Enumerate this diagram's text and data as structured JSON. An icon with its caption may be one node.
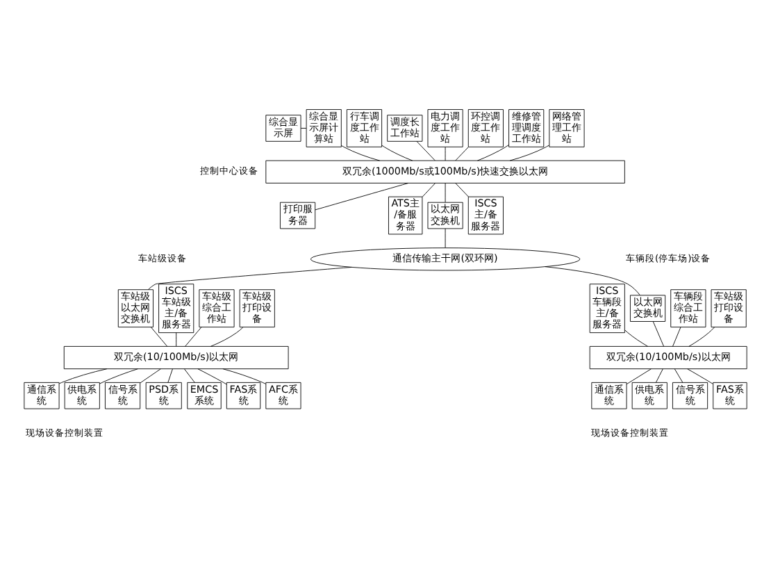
{
  "diagram": {
    "nodes": [
      {
        "text": [
          "综合显示屏"
        ]
      },
      {
        "text": [
          "综合显示屏计算站"
        ]
      },
      {
        "text": [
          "行车调度工作站"
        ]
      },
      {
        "text": [
          "调度长工作站"
        ]
      },
      {
        "text": [
          "电力调度工作站"
        ]
      },
      {
        "text": [
          "环控调度工作站"
        ]
      },
      {
        "text": [
          "维修管理调度工作站"
        ]
      },
      {
        "text": [
          "网络管理工作站"
        ]
      },
      {
        "text": [
          "双冗余(1000Mb/s或100Mb/s)快速交换以太网"
        ]
      },
      {
        "text": [
          "打印服务器"
        ]
      },
      {
        "text": [
          "ATS主/备服务器"
        ]
      },
      {
        "text": [
          "以太网交换机"
        ]
      },
      {
        "text": [
          "ISCS主/备服务器"
        ]
      },
      {
        "text": [
          "通信传输主干网(双环网)"
        ]
      },
      {
        "text": [
          "车站级打印设备"
        ]
      },
      {
        "text": [
          "车站级综合工作站"
        ]
      },
      {
        "text": [
          "ISCS车站级主/备服务器"
        ]
      },
      {
        "text": [
          "车站级以太网交换机"
        ]
      },
      {
        "text": [
          "双冗余(10/100Mb/s)以太网"
        ]
      },
      {
        "text": [
          "通信系统"
        ]
      },
      {
        "text": [
          "供电系统"
        ]
      },
      {
        "text": [
          "信号系统"
        ]
      },
      {
        "text": [
          "PSD系统"
        ]
      },
      {
        "text": [
          "EMCS系统"
        ]
      },
      {
        "text": [
          "FAS系统"
        ]
      },
      {
        "text": [
          "AFC系统"
        ]
      },
      {
        "text": [
          "车站级打印设备"
        ]
      },
      {
        "text": [
          "车辆段综合工作站"
        ]
      },
      {
        "text": [
          "以太网交换机"
        ]
      },
      {
        "text": [
          "ISCS车辆段主/备服务器"
        ]
      },
      {
        "text": [
          "双冗余(10/100Mb/s)以太网"
        ]
      },
      {
        "text": [
          "通信系统"
        ]
      },
      {
        "text": [
          "供电系统"
        ]
      },
      {
        "text": [
          "信号系统"
        ]
      },
      {
        "text": [
          "FAS系统"
        ]
      }
    ],
    "edges": [
      {
        "from": 0,
        "to": 1,
        "arrow": "none"
      },
      {
        "from": 1,
        "to": 8,
        "arrow": "none"
      },
      {
        "from": 2,
        "to": 8,
        "arrow": "none"
      },
      {
        "from": 3,
        "to": 8,
        "arrow": "none"
      },
      {
        "from": 4,
        "to": 8,
        "arrow": "none"
      },
      {
        "from": 5,
        "to": 8,
        "arrow": "none"
      },
      {
        "from": 6,
        "to": 8,
        "arrow": "none"
      },
      {
        "from": 7,
        "to": 8,
        "arrow": "none"
      },
      {
        "from": 8,
        "to": 9,
        "arrow": "none"
      },
      {
        "from": 8,
        "to": 10,
        "arrow": "none"
      },
      {
        "from": 8,
        "to": 11,
        "arrow": "none"
      },
      {
        "from": 8,
        "to": 12,
        "arrow": "none"
      },
      {
        "from": 11,
        "to": 13,
        "arrow": "none"
      },
      {
        "from": 13,
        "to": 17,
        "arrow": "none"
      },
      {
        "from": 13,
        "to": 28,
        "arrow": "none"
      },
      {
        "from": 14,
        "to": 18,
        "arrow": "none"
      },
      {
        "from": 15,
        "to": 18,
        "arrow": "none"
      },
      {
        "from": 16,
        "to": 18,
        "arrow": "none"
      },
      {
        "from": 17,
        "to": 18,
        "arrow": "none"
      },
      {
        "from": 18,
        "to": 19,
        "arrow": "none"
      },
      {
        "from": 18,
        "to": 20,
        "arrow": "none"
      },
      {
        "from": 18,
        "to": 21,
        "arrow": "none"
      },
      {
        "from": 18,
        "to": 22,
        "arrow": "none"
      },
      {
        "from": 18,
        "to": 23,
        "arrow": "none"
      },
      {
        "from": 18,
        "to": 24,
        "arrow": "none"
      },
      {
        "from": 18,
        "to": 25,
        "arrow": "none"
      },
      {
        "from": 26,
        "to": 30,
        "arrow": "none"
      },
      {
        "from": 27,
        "to": 30,
        "arrow": "none"
      },
      {
        "from": 28,
        "to": 30,
        "arrow": "none"
      },
      {
        "from": 29,
        "to": 30,
        "arrow": "none"
      },
      {
        "from": 30,
        "to": 31,
        "arrow": "none"
      },
      {
        "from": 30,
        "to": 32,
        "arrow": "none"
      },
      {
        "from": 30,
        "to": 33,
        "arrow": "none"
      },
      {
        "from": 30,
        "to": 34,
        "arrow": "none"
      }
    ],
    "labels": [
      "控制中心设备",
      "车站级设备",
      "车辆段(停车场)设备",
      "现场设备控制装置",
      "现场设备控制装置"
    ]
  }
}
